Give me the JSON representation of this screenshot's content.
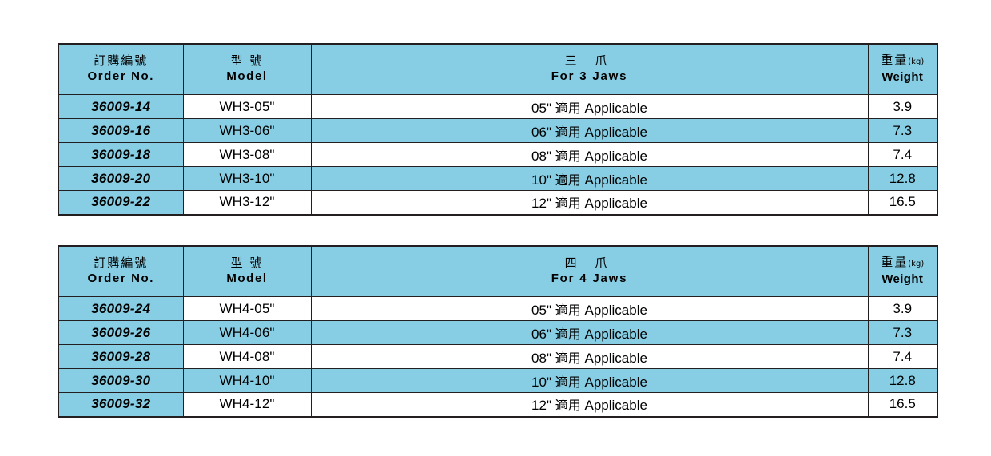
{
  "colors": {
    "accent_blue": "#87CEE4",
    "border": "#231F20",
    "page_background": "#FFFFFF",
    "text": "#000000"
  },
  "tables": [
    {
      "id": "table-3jaws",
      "columns": [
        {
          "cn": "訂購編號",
          "en": "Order No."
        },
        {
          "cn": "型 號",
          "en": "Model"
        },
        {
          "cn": "三 爪",
          "en": "For 3 Jaws"
        },
        {
          "cn": "重量",
          "cn_unit": "(kg)",
          "en": "Weight"
        }
      ],
      "rows": [
        {
          "order": "36009-14",
          "model": "WH3-05\"",
          "jaws_size": "05\"",
          "jaws_cn": "適用",
          "jaws_en": "Applicable",
          "weight": "3.9"
        },
        {
          "order": "36009-16",
          "model": "WH3-06\"",
          "jaws_size": "06\"",
          "jaws_cn": "適用",
          "jaws_en": "Applicable",
          "weight": "7.3"
        },
        {
          "order": "36009-18",
          "model": "WH3-08\"",
          "jaws_size": "08\"",
          "jaws_cn": "適用",
          "jaws_en": "Applicable",
          "weight": "7.4"
        },
        {
          "order": "36009-20",
          "model": "WH3-10\"",
          "jaws_size": "10\"",
          "jaws_cn": "適用",
          "jaws_en": "Applicable",
          "weight": "12.8"
        },
        {
          "order": "36009-22",
          "model": "WH3-12\"",
          "jaws_size": "12\"",
          "jaws_cn": "適用",
          "jaws_en": "Applicable",
          "weight": "16.5"
        }
      ]
    },
    {
      "id": "table-4jaws",
      "columns": [
        {
          "cn": "訂購編號",
          "en": "Order No."
        },
        {
          "cn": "型 號",
          "en": "Model"
        },
        {
          "cn": "四 爪",
          "en": "For 4 Jaws"
        },
        {
          "cn": "重量",
          "cn_unit": "(kg)",
          "en": "Weight"
        }
      ],
      "rows": [
        {
          "order": "36009-24",
          "model": "WH4-05\"",
          "jaws_size": "05\"",
          "jaws_cn": "適用",
          "jaws_en": "Applicable",
          "weight": "3.9"
        },
        {
          "order": "36009-26",
          "model": "WH4-06\"",
          "jaws_size": "06\"",
          "jaws_cn": "適用",
          "jaws_en": "Applicable",
          "weight": "7.3"
        },
        {
          "order": "36009-28",
          "model": "WH4-08\"",
          "jaws_size": "08\"",
          "jaws_cn": "適用",
          "jaws_en": "Applicable",
          "weight": "7.4"
        },
        {
          "order": "36009-30",
          "model": "WH4-10\"",
          "jaws_size": "10\"",
          "jaws_cn": "適用",
          "jaws_en": "Applicable",
          "weight": "12.8"
        },
        {
          "order": "36009-32",
          "model": "WH4-12\"",
          "jaws_size": "12\"",
          "jaws_cn": "適用",
          "jaws_en": "Applicable",
          "weight": "16.5"
        }
      ]
    }
  ]
}
